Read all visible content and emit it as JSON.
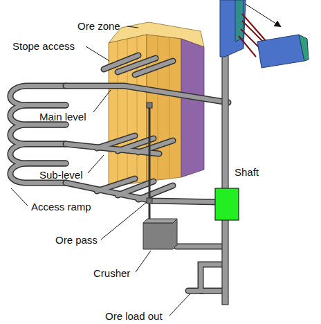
{
  "diagram": {
    "labels": [
      "Ore zone",
      "Stope access",
      "Main level",
      "Sub-level",
      "Access ramp",
      "Ore pass",
      "Crusher",
      "Ore load out",
      "Shaft"
    ]
  }
}
